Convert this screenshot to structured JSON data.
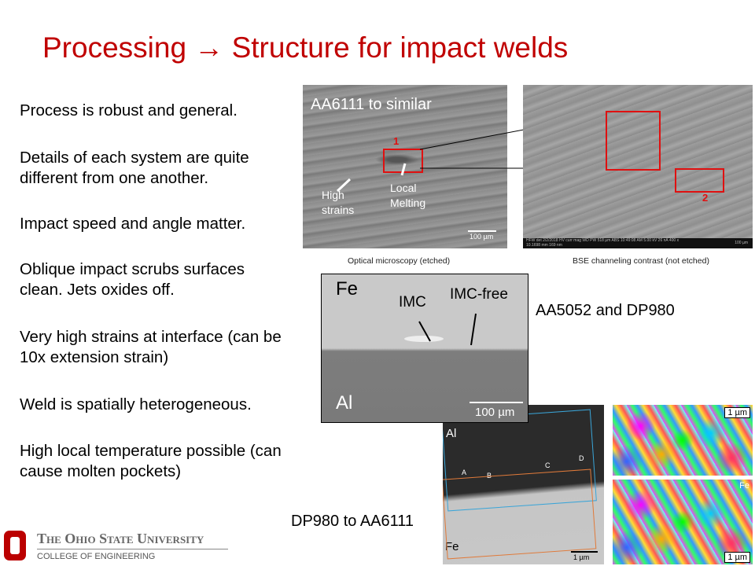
{
  "title": "Processing → Structure for impact welds",
  "bullets": [
    "Process is robust and general.",
    "Details of each system are quite different from one another.",
    "Impact speed and angle matter.",
    "Oblique impact scrubs surfaces clean.  Jets oxides off.",
    "Very high strains at interface (can be 10x extension strain)",
    "Weld is spatially heterogeneous.",
    "High local temperature possible (can cause molten pockets)"
  ],
  "figure1": {
    "label": "AA6111  to similar",
    "annot_high": "High strains",
    "annot_local": "Local Melting",
    "box1": "1",
    "box2": "2",
    "scale": "100 µm",
    "sem_info": "HFW det 2/2/2018 HV curr mag WD PW  518 µm ABS 10:49:08 AM 5.00 kV 26 nA 400 x 10.1698 mm 169 nm",
    "sem_scale": "100 µm",
    "caption_left": "Optical microscopy (etched)",
    "caption_right": "BSE channeling contrast (not etched)"
  },
  "figure2": {
    "fe": "Fe",
    "al": "Al",
    "imc": "IMC",
    "imc_free": "IMC-free",
    "scale": "100 µm",
    "label": "AA5052  and DP980"
  },
  "figure3": {
    "al": "Al",
    "fe": "Fe",
    "a": "A",
    "b": "B",
    "c": "C",
    "d": "D",
    "scale": "1 µm",
    "ebsd_scale_top": "1 µm",
    "ebsd_scale_bottom": "1 µm",
    "ebsd_fe": "Fe",
    "label": "DP980 to AA6111"
  },
  "logo": {
    "university": "The Ohio State University",
    "college": "COLLEGE OF ENGINEERING"
  },
  "colors": {
    "title": "#C00000",
    "osu_red": "#BB0000"
  }
}
